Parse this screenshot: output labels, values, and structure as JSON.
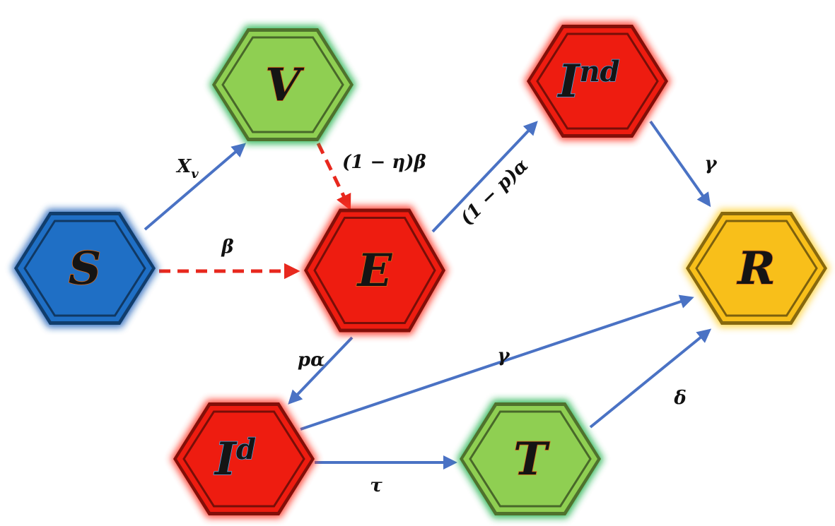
{
  "colors": {
    "susceptible": "#1f6fc5",
    "vaccinated": "#8fcf52",
    "exposed": "#ee1c10",
    "infected": "#ee1c10",
    "treated": "#8fcf52",
    "recovered": "#f8bf1a",
    "solid_arrow": "#4a72c4",
    "dashed_arrow": "#e8281e"
  },
  "nodes": {
    "S": {
      "label": "S"
    },
    "V": {
      "label": "V"
    },
    "E": {
      "label": "E"
    },
    "Ind": {
      "label": "I",
      "sup": "nd"
    },
    "R": {
      "label": "R"
    },
    "Id": {
      "label": "I",
      "sup": "d"
    },
    "T": {
      "label": "T"
    }
  },
  "edges": {
    "S_V": {
      "label": "X",
      "sub": "v",
      "style": "solid"
    },
    "S_E": {
      "label": "β",
      "style": "dashed"
    },
    "V_E": {
      "label": "(1 − η)β",
      "style": "dashed"
    },
    "E_Ind": {
      "label": "(1 − p)α",
      "style": "solid"
    },
    "Ind_R": {
      "label": "γ",
      "style": "solid"
    },
    "E_Id": {
      "label": "pα",
      "style": "solid"
    },
    "Id_R": {
      "label": "γ",
      "style": "solid"
    },
    "Id_T": {
      "label": "τ",
      "style": "solid"
    },
    "T_R": {
      "label": "δ",
      "style": "solid"
    }
  }
}
